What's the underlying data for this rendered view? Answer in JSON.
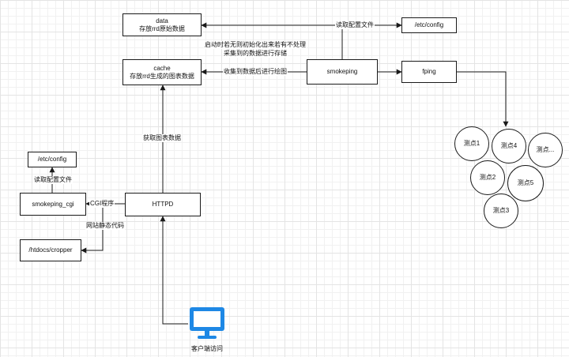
{
  "nodes": {
    "data": {
      "line1": "data",
      "line2": "存放rrd原始数据"
    },
    "cache": {
      "line1": "cache",
      "line2": "存放rrd生成的图表数据"
    },
    "smokeping": {
      "label": "smokeping"
    },
    "etc_config_top": {
      "label": "/etc/config"
    },
    "fping": {
      "label": "fping"
    },
    "etc_config_left": {
      "label": "/etc/config"
    },
    "smokeping_cgi": {
      "label": "smokeping_cgi"
    },
    "httpd": {
      "label": "HTTPD"
    },
    "htdocs": {
      "label": "/htdocs/cropper"
    },
    "client": {
      "label": "客户端访问"
    }
  },
  "probes": [
    "测点1",
    "测点4",
    "测点...",
    "测点2",
    "测点5",
    "测点3"
  ],
  "edge_labels": {
    "read_config_top": "读取配置文件",
    "init_store_1": "启动时若无则初始化出来若有不处理",
    "init_store_2": "采集到的数据进行存储",
    "collect_plot": "收集到数据后进行绘图",
    "get_chart": "获取图表数据",
    "read_config_left": "读取配置文件",
    "cgi_program": "CGI程序",
    "static_code": "网站静态代码"
  },
  "colors": {
    "line": "#1a1a1a",
    "monitor": "#1e88e5"
  }
}
